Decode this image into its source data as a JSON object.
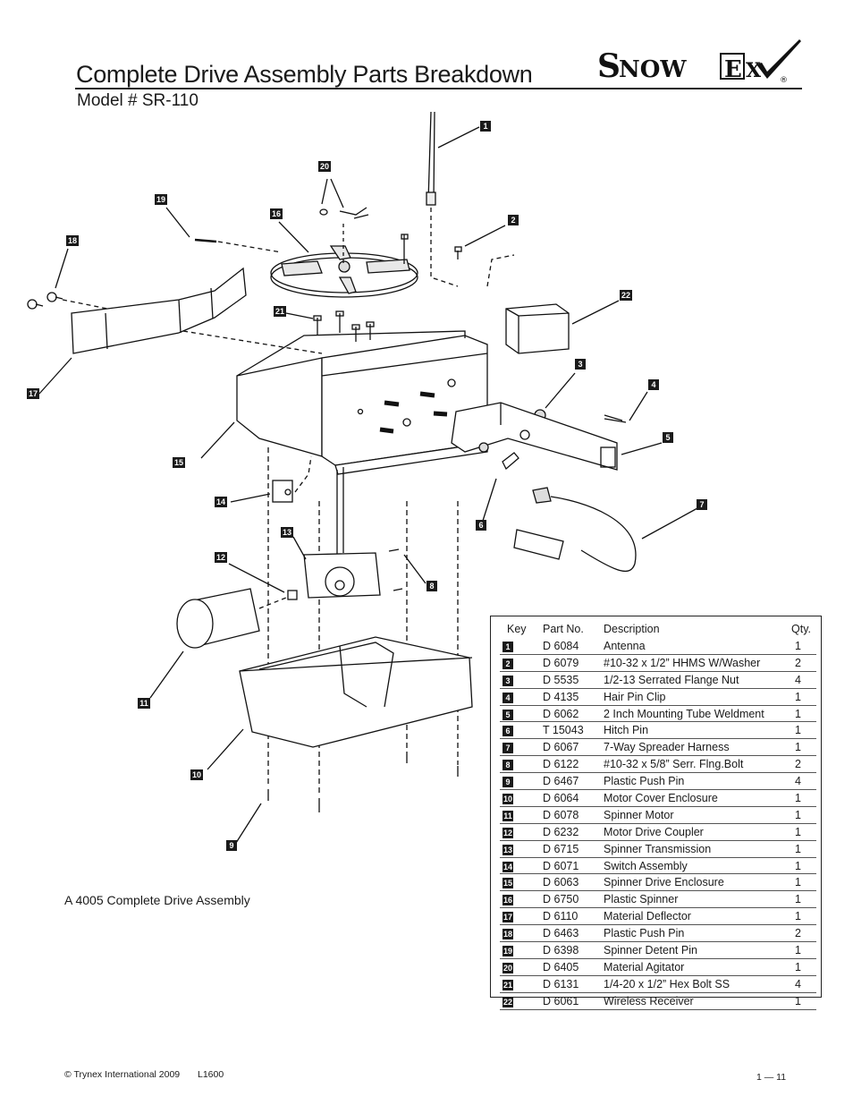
{
  "header": {
    "title": "Complete Drive Assembly Parts Breakdown",
    "subtitle": "Model # SR-110",
    "logo_text": "SnowEx",
    "logo_mark": "®"
  },
  "diagram": {
    "callouts": [
      "1",
      "2",
      "3",
      "4",
      "5",
      "6",
      "7",
      "8",
      "9",
      "10",
      "11",
      "12",
      "13",
      "14",
      "15",
      "16",
      "17",
      "18",
      "19",
      "20",
      "21",
      "22"
    ],
    "assembly_label": "A 4005 Complete Drive Assembly"
  },
  "parts_table": {
    "headers": {
      "key": "Key",
      "part": "Part No.",
      "description": "Description",
      "qty": "Qty."
    },
    "rows": [
      {
        "key": "1",
        "part": "D 6084",
        "description": "Antenna",
        "qty": "1"
      },
      {
        "key": "2",
        "part": "D 6079",
        "description": "#10-32 x 1/2” HHMS W/Washer",
        "qty": "2"
      },
      {
        "key": "3",
        "part": "D 5535",
        "description": "1/2-13 Serrated Flange Nut",
        "qty": "4"
      },
      {
        "key": "4",
        "part": "D 4135",
        "description": "Hair Pin Clip",
        "qty": "1"
      },
      {
        "key": "5",
        "part": "D 6062",
        "description": "2 Inch Mounting Tube Weldment",
        "qty": "1"
      },
      {
        "key": "6",
        "part": "T 15043",
        "description": "Hitch Pin",
        "qty": "1"
      },
      {
        "key": "7",
        "part": "D 6067",
        "description": "7-Way Spreader Harness",
        "qty": "1"
      },
      {
        "key": "8",
        "part": "D 6122",
        "description": "#10-32 x 5/8” Serr. Flng.Bolt",
        "qty": "2"
      },
      {
        "key": "9",
        "part": "D 6467",
        "description": "Plastic Push Pin",
        "qty": "4"
      },
      {
        "key": "10",
        "part": "D 6064",
        "description": "Motor Cover Enclosure",
        "qty": "1"
      },
      {
        "key": "11",
        "part": "D 6078",
        "description": "Spinner Motor",
        "qty": "1"
      },
      {
        "key": "12",
        "part": "D 6232",
        "description": "Motor Drive Coupler",
        "qty": "1"
      },
      {
        "key": "13",
        "part": "D 6715",
        "description": "Spinner Transmission",
        "qty": "1"
      },
      {
        "key": "14",
        "part": "D 6071",
        "description": "Switch Assembly",
        "qty": "1"
      },
      {
        "key": "15",
        "part": "D 6063",
        "description": "Spinner Drive Enclosure",
        "qty": "1"
      },
      {
        "key": "16",
        "part": "D 6750",
        "description": "Plastic Spinner",
        "qty": "1"
      },
      {
        "key": "17",
        "part": "D 6110",
        "description": "Material Deflector",
        "qty": "1"
      },
      {
        "key": "18",
        "part": "D 6463",
        "description": "Plastic Push Pin",
        "qty": "2"
      },
      {
        "key": "19",
        "part": "D 6398",
        "description": "Spinner Detent Pin",
        "qty": "1"
      },
      {
        "key": "20",
        "part": "D 6405",
        "description": "Material Agitator",
        "qty": "1"
      },
      {
        "key": "21",
        "part": "D 6131",
        "description": "1/4-20 x 1/2” Hex Bolt SS",
        "qty": "4"
      },
      {
        "key": "22",
        "part": "D 6061",
        "description": "Wireless Receiver",
        "qty": "1"
      }
    ]
  },
  "footer": {
    "copyright": "© Trynex International 2009",
    "doc_code": "L1600",
    "page": "1 — 11"
  }
}
